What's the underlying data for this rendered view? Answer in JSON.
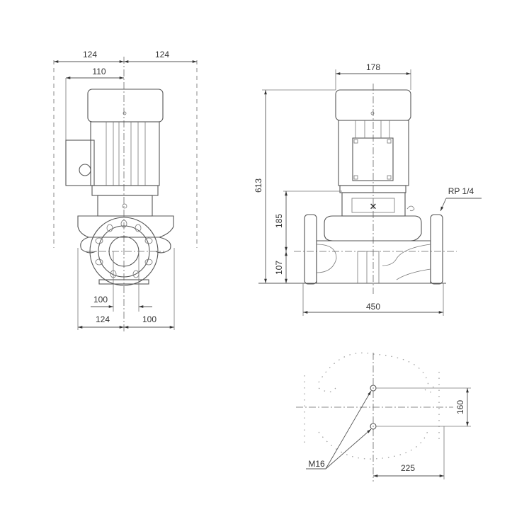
{
  "drawing": {
    "side_view": {
      "dims": {
        "left_half_width": "124",
        "right_half_width": "124",
        "terminal_box_offset": "110",
        "flange_inner": "100",
        "base_left": "124",
        "base_right": "100"
      }
    },
    "front_view": {
      "dims": {
        "motor_width": "178",
        "total_height": "613",
        "shaft_to_flange": "185",
        "centre_height": "107",
        "port_to_port": "450"
      },
      "port_label": "RP 1/4"
    },
    "foundation_view": {
      "dims": {
        "bolt_spacing": "160",
        "bolt_offset": "225"
      },
      "bolt_label": "M16"
    }
  }
}
